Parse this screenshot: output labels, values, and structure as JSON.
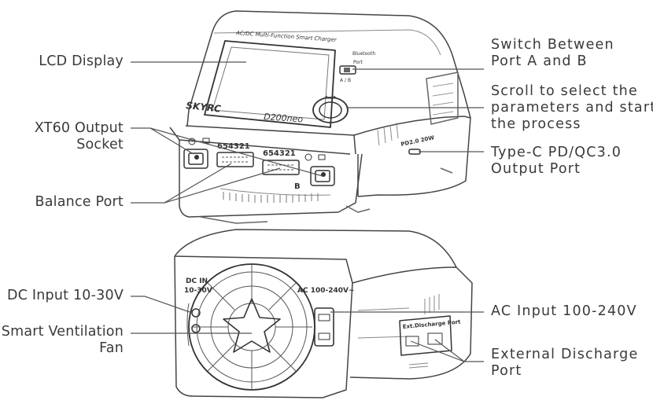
{
  "device": {
    "brand": "SKYRC",
    "model": "D200neo",
    "header_text": "AC/DC Multi-Function Smart Charger",
    "bluetooth_text": "Bluetooth",
    "port_switch_text": "Port",
    "port_switch_sub": "A / B",
    "balance_a_text": "654321",
    "balance_b_text": "654321",
    "port_b_letter": "B",
    "pd_badge_text": "PD2.0 20W",
    "dc_in_text_1": "DC IN",
    "dc_in_text_2": "10-30V",
    "ac_in_text": "AC 100-240V~",
    "ext_discharge_text": "Ext.Discharge Port"
  },
  "callouts": {
    "lcd_display": "LCD Display",
    "xt60_output": [
      "XT60 Output",
      "Socket"
    ],
    "balance_port": "Balance Port",
    "dc_input": "DC Input 10-30V",
    "smart_fan": [
      "Smart Ventilation",
      "Fan"
    ],
    "switch_ports": [
      "Switch Between",
      "Port A and B"
    ],
    "scroll_select": [
      "Scroll to select the",
      "parameters and start",
      "the process"
    ],
    "typec_output": [
      "Type-C PD/QC3.0",
      "Output Port"
    ],
    "ac_input": "AC Input 100-240V",
    "external_discharge": [
      "External Discharge",
      "Port"
    ]
  }
}
